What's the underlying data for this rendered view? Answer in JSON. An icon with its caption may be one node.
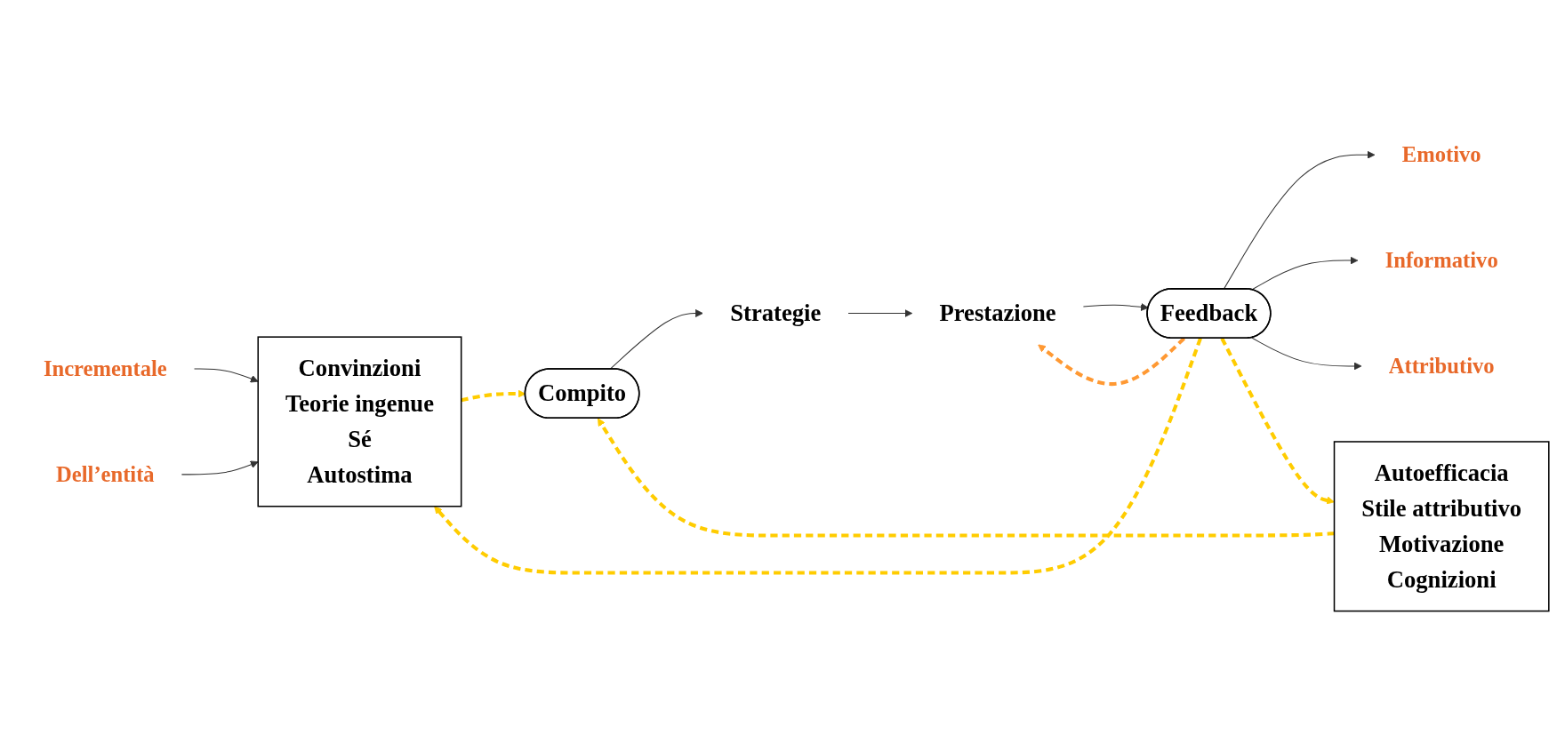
{
  "diagram": {
    "nodes": [
      {
        "text": [
          "Convinzioni",
          "Teorie ingenue",
          "Sé",
          "Autostima"
        ]
      },
      {
        "text": [
          "Incrementale"
        ]
      },
      {
        "text": [
          "Dell’entità"
        ]
      },
      {
        "text": [
          "Compito"
        ]
      },
      {
        "text": [
          "Strategie"
        ]
      },
      {
        "text": [
          "Prestazione"
        ]
      },
      {
        "text": [
          "Feedback"
        ]
      },
      {
        "text": [
          "Emotivo"
        ]
      },
      {
        "text": [
          "Informativo"
        ]
      },
      {
        "text": [
          "Attributivo"
        ]
      },
      {
        "text": [
          "Autoefficacia",
          "Stile attributivo",
          "Motivazione",
          "Cognizioni"
        ]
      }
    ],
    "edges": [
      {
        "from": 1,
        "to": 0,
        "arrow": "to"
      },
      {
        "from": 2,
        "to": 0,
        "arrow": "to"
      },
      {
        "from": 0,
        "to": 3,
        "arrow": "to",
        "style": "dashed",
        "color": "#ffcc00"
      },
      {
        "from": 6,
        "to": 0,
        "arrow": "to",
        "style": "dashed",
        "color": "#ffcc00"
      },
      {
        "from": 3,
        "to": 4,
        "arrow": "to"
      },
      {
        "from": 4,
        "to": 5,
        "arrow": "to"
      },
      {
        "from": 5,
        "to": 6,
        "arrow": "to"
      },
      {
        "from": 6,
        "to": 5,
        "arrow": "to",
        "style": "dashed",
        "color": "#ff9933"
      },
      {
        "from": 6,
        "to": 7,
        "arrow": "to"
      },
      {
        "from": 6,
        "to": 8,
        "arrow": "to"
      },
      {
        "from": 6,
        "to": 9,
        "arrow": "to"
      },
      {
        "from": 6,
        "to": 10,
        "arrow": "to",
        "style": "dashed",
        "color": "#ffcc00"
      },
      {
        "from": 10,
        "to": 3,
        "arrow": "to",
        "style": "dashed",
        "color": "#ffcc00"
      }
    ]
  }
}
